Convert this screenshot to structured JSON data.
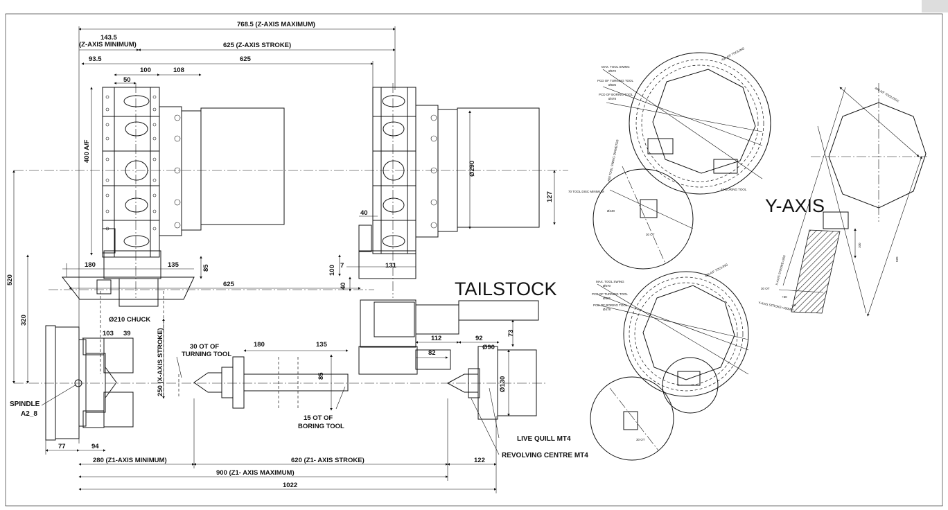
{
  "dimensions": {
    "z_max": "768.5 (Z-AXIS MAXIMUM)",
    "z_min_value": "143.5",
    "z_min_label": "(Z-AXIS MINIMUM)",
    "z_stroke": "625 (Z-AXIS STROKE)",
    "d93_5": "93.5",
    "d625_top": "625",
    "d100": "100",
    "d108": "108",
    "d50": "50",
    "af400": "400 A/F",
    "dia290": "Ø290",
    "d127": "127",
    "d40_top": "40",
    "d520": "520",
    "d320": "320",
    "d180_a": "180",
    "d135_a": "135",
    "d85_a": "85",
    "d625_mid": "625",
    "d7": "7",
    "d131": "131",
    "d100_v": "100",
    "d40_v": "40",
    "chuck": "Ø210 CHUCK",
    "d103": "103",
    "d39": "39",
    "x_stroke": "250 (X-AXIS STROKE)",
    "turning_tool_1": "30 OT OF",
    "turning_tool_2": "TURNING TOOL",
    "d180_b": "180",
    "d135_b": "135",
    "d85_b": "85",
    "d112": "112",
    "d92": "92",
    "dia90": "Ø90",
    "d73": "73",
    "d82": "82",
    "dia130": "Ø130",
    "boring_tool_1": "15 OT OF",
    "boring_tool_2": "BORING TOOL",
    "spindle_1": "SPINDLE",
    "spindle_2": "A2_8",
    "d77": "77",
    "d94": "94",
    "z1_min": "280 (Z1-AXIS MINIMUM)",
    "z1_stroke": "620 (Z1- AXIS STROKE)",
    "d122": "122",
    "z1_max": "900 (Z1- AXIS MAXIMUM)",
    "d1022": "1022",
    "live_quill": "LIVE QUILL MT4",
    "revolving_centre": "REVOLVING CENTRE  MT4"
  },
  "titles": {
    "tailstock": "TAILSTOCK",
    "y_axis": "Y-AXIS"
  },
  "y_axis": {
    "af_tooldisc": "400 A/F TOOLDISC",
    "stroke_label": "Y-AXIS STROKE=100MM",
    "ot30": "30 OT",
    "d100": "100",
    "d520": "520",
    "plus50": "+50",
    "minus50": "-50",
    "x_stroke": "X-AXIS STROKE=260"
  },
  "tool_disc": {
    "max_swing": "MAX. TOOL SWING",
    "max_swing_val": "Ø570",
    "pcd_turning": "PCD OF TURNING TOOL",
    "pcd_turning_val": "Ø505",
    "pcd_boring": "PCD OF BORING TOOL",
    "pcd_boring_val": "Ø478",
    "af_tooling": "400 A/F TOOLING",
    "disc_min": "70 TOOL DISC MINIMUM",
    "ot30": "30 OT",
    "dia440": "Ø440",
    "boring_tool": "40 BORING TOOL",
    "tool_swing": "800 TOOL SWING DIAMETER"
  }
}
